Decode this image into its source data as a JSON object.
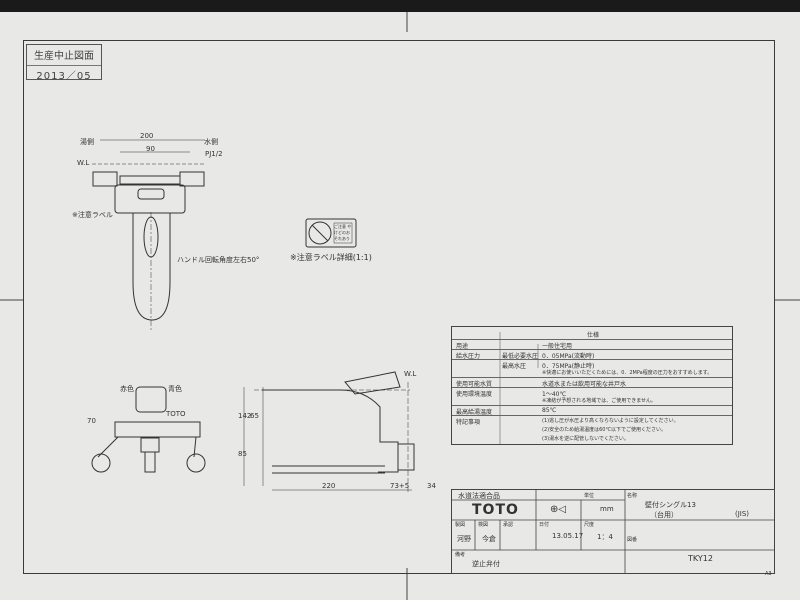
{
  "stamp": {
    "line1": "生産中止図面",
    "line2": "2013／05"
  },
  "drawing": {
    "top_view": {
      "label_left": "湯側",
      "label_right": "水側",
      "dim_outer": "200",
      "dim_inner": "90",
      "pipe_label": "PJ1/2",
      "wl": "W.L",
      "caution_label": "※注意ラベル",
      "handle_note": "ハンドル回転角度左右50°"
    },
    "label_detail": "※注意ラベル詳細(1:1)",
    "label_text": "ご注意 やけどのおそれあり",
    "front_view": {
      "hot": "赤色",
      "cold": "青色",
      "brand": "TOTO",
      "dim": "70"
    },
    "side_view": {
      "wl": "W.L",
      "dim_h1": "142",
      "dim_h2": "65",
      "dim_h3": "85",
      "dim_spout": "220",
      "dim_a": "73+5",
      "dim_b": "34"
    }
  },
  "spec": {
    "title": "仕様",
    "rows": [
      {
        "label": "用途",
        "sub": "",
        "value": "一般住宅用"
      },
      {
        "label": "給水圧力",
        "sub": "最低必要水圧",
        "value": "0．05MPa(流動時)"
      },
      {
        "label": "",
        "sub": "最高水圧",
        "value": "0．75MPa(静止時)"
      },
      {
        "label": "",
        "sub": "",
        "value": "※快適にお使いいただくためには、0．2MPa程度の圧力をおすすめします。"
      },
      {
        "label": "使用可能水質",
        "sub": "",
        "value": "水道水または飲用可能な井戸水"
      },
      {
        "label": "使用環境温度",
        "sub": "",
        "value": "1〜40℃"
      },
      {
        "label": "",
        "sub": "",
        "value": "※凍結が予想される地域では、ご使用できません。"
      },
      {
        "label": "最高給湯温度",
        "sub": "",
        "value": "85℃"
      },
      {
        "label": "特記事項",
        "sub": "",
        "value": "(1)逃し圧が水圧より高くならないように設定してください。"
      },
      {
        "label": "",
        "sub": "",
        "value": "(2)安全のため給湯温度は60℃以下でご使用ください。"
      },
      {
        "label": "",
        "sub": "",
        "value": "(3)湯水を逆に配管しないでください。"
      }
    ]
  },
  "title_block": {
    "water_law": "水道法適合品",
    "brand": "TOTO",
    "unit_label": "単位",
    "unit": "mm",
    "name_label": "名称",
    "name_line1": "壁付シングル13",
    "name_line2": "（台用）",
    "jis": "(JIS)",
    "made_label": "製図",
    "drafter": "河野",
    "check_label": "検図",
    "checker": "今倉",
    "approve_label": "承認",
    "date_label": "日付",
    "date": "13.05.17",
    "scale_label": "尺度",
    "scale": "1：4",
    "number_label": "図番",
    "number": "TKY12",
    "note_label": "備考",
    "note": "逆止弁付",
    "sheet": "A3"
  }
}
